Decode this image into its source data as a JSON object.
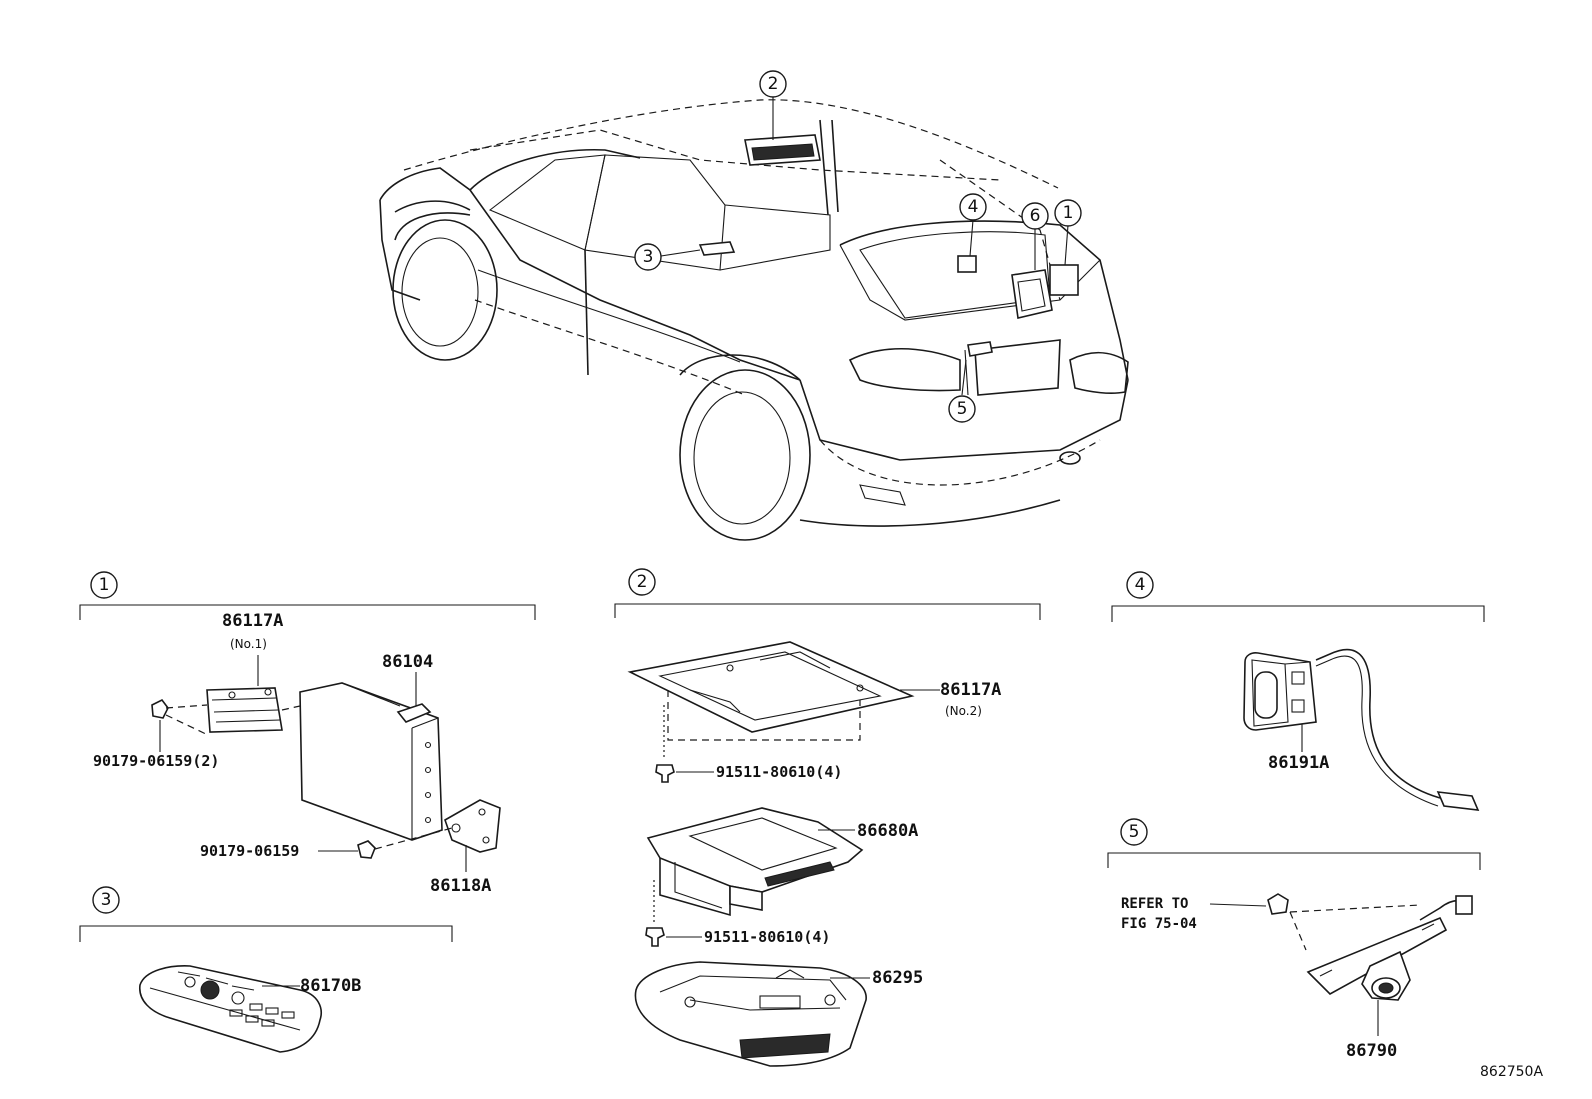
{
  "figure_id": "862750A",
  "callouts": {
    "c1": "1",
    "c2": "2",
    "c3": "3",
    "c4": "4",
    "c5": "5",
    "c6": "6"
  },
  "section1": {
    "label": "1",
    "pn_86117a": "86117A",
    "note_no1": "(No.1)",
    "pn_86104": "86104",
    "pn_bolt_2": "90179-06159(2)",
    "pn_bolt": "90179-06159",
    "pn_86118a": "86118A"
  },
  "section2": {
    "label": "2",
    "pn_86117a": "86117A",
    "note_no2": "(No.2)",
    "pn_screw_a": "91511-80610(4)",
    "pn_86680a": "86680A",
    "pn_screw_b": "91511-80610(4)",
    "pn_86295": "86295"
  },
  "section3": {
    "label": "3",
    "pn_86170b": "86170B"
  },
  "section4": {
    "label": "4",
    "pn_86191a": "86191A"
  },
  "section5": {
    "label": "5",
    "refer_line1": "REFER TO",
    "refer_line2": "FIG 75-04",
    "pn_86790": "86790"
  }
}
